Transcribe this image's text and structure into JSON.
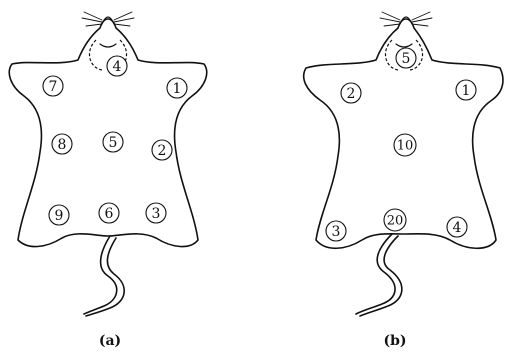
{
  "panels": [
    {
      "id": "a",
      "caption": "(a)",
      "markers": [
        "7",
        "4",
        "1",
        "8",
        "5",
        "2",
        "9",
        "6",
        "3"
      ]
    },
    {
      "id": "b",
      "caption": "(b)",
      "markers": [
        "5",
        "2",
        "1",
        "10",
        "3",
        "20",
        "4"
      ]
    }
  ],
  "colors": {
    "line": "#111111",
    "background": "#ffffff"
  }
}
